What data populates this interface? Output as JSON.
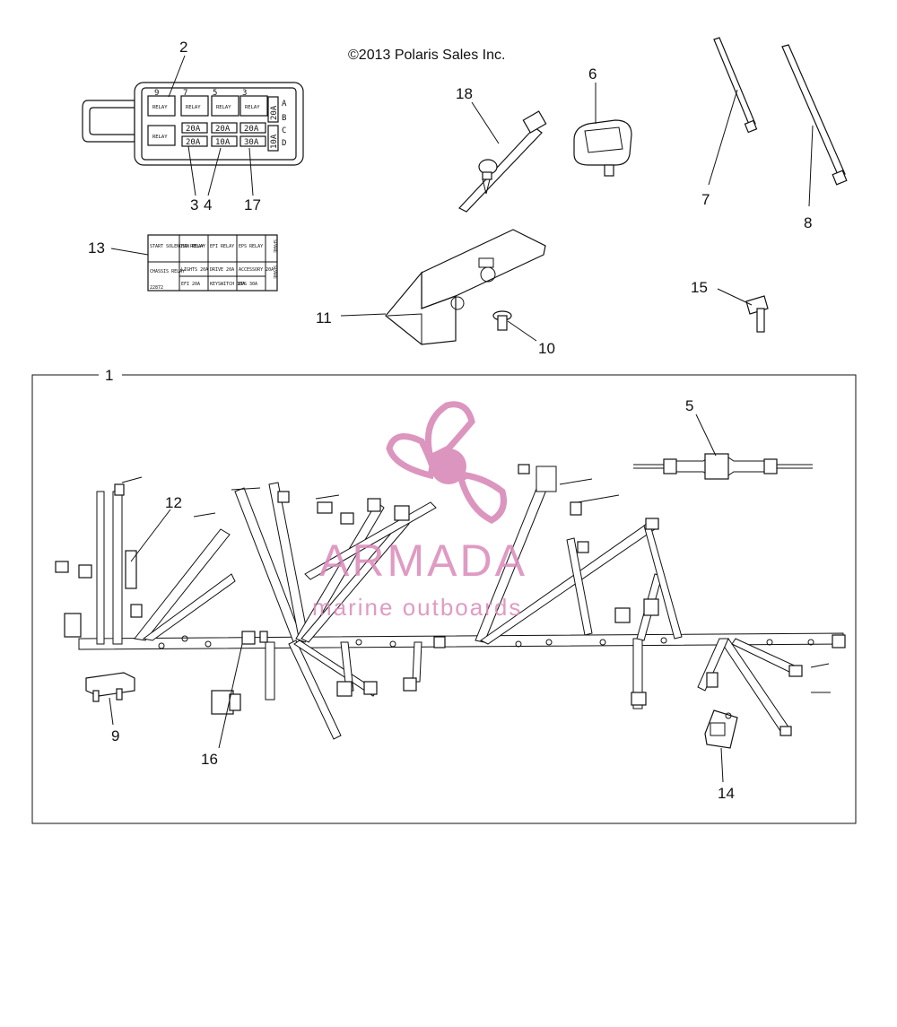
{
  "copyright": "©2013 Polaris Sales Inc.",
  "watermark": {
    "name": "ARMADA",
    "tagline": "marine outboards",
    "color": "#d98ab8"
  },
  "callouts": {
    "c1": "1",
    "c2": "2",
    "c3": "3",
    "c4": "4",
    "c5": "5",
    "c6": "6",
    "c7": "7",
    "c8": "8",
    "c9": "9",
    "c10": "10",
    "c11": "11",
    "c12": "12",
    "c13": "13",
    "c14": "14",
    "c15": "15",
    "c16": "16",
    "c17": "17",
    "c18": "18"
  },
  "fuse_box": {
    "slot_numbers": [
      "9",
      "7",
      "5",
      "3"
    ],
    "row_letters": [
      "A",
      "B",
      "C",
      "D"
    ],
    "relay_label": "RELAY",
    "fuses_row1": [
      "20A",
      "20A",
      "20A"
    ],
    "fuses_row2": [
      "20A",
      "10A",
      "30A"
    ],
    "side_fuses": [
      "20A",
      "10A"
    ]
  },
  "fuse_label": {
    "row1": [
      "START SOLENOID RELAY",
      "FAN RELAY",
      "EFI RELAY",
      "EPS RELAY"
    ],
    "row2a": [
      "CHASSIS RELAY",
      "LIGHTS 20A",
      "DRIVE 20A",
      "ACCESSORY 20A"
    ],
    "row2b": [
      "EFI 20A",
      "KEYSWITCH 10A",
      "EPS 30A"
    ],
    "part_no": "22872",
    "side": [
      "SPARE",
      "SPARE"
    ]
  }
}
